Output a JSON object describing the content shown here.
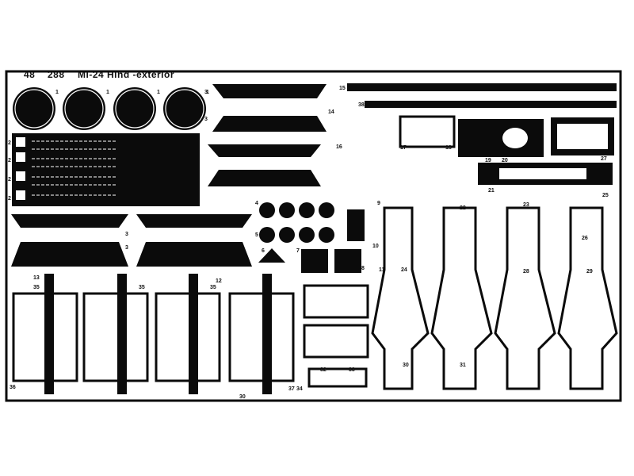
{
  "sheet": {
    "kit_number": "48",
    "set_number": "288",
    "title": "Mi-24  Hind  -exterior",
    "background": "#ffffff",
    "fret_color": "#0b0b0b"
  },
  "part_numbers": {
    "roundels": [
      "1",
      "1",
      "1",
      "1"
    ],
    "grille_left": [
      "2",
      "2",
      "2",
      "2"
    ],
    "grille_top": [
      "3",
      "3"
    ],
    "panel_left": [
      "3",
      "3"
    ],
    "strip_top": [
      "15",
      "38"
    ],
    "small_left_col": [
      "14",
      "16"
    ],
    "right_top": [
      "17",
      "18",
      "19",
      "20",
      "21",
      "27",
      "25"
    ],
    "middle_small": [
      "4",
      "5",
      "6",
      "7",
      "8",
      "9",
      "10",
      "11",
      "12",
      "13"
    ],
    "lower_parts": [
      "35",
      "35",
      "35",
      "36",
      "37",
      "30",
      "32",
      "33",
      "34"
    ],
    "long_arms": [
      "22",
      "23",
      "24",
      "26",
      "28",
      "29",
      "30",
      "31"
    ]
  }
}
